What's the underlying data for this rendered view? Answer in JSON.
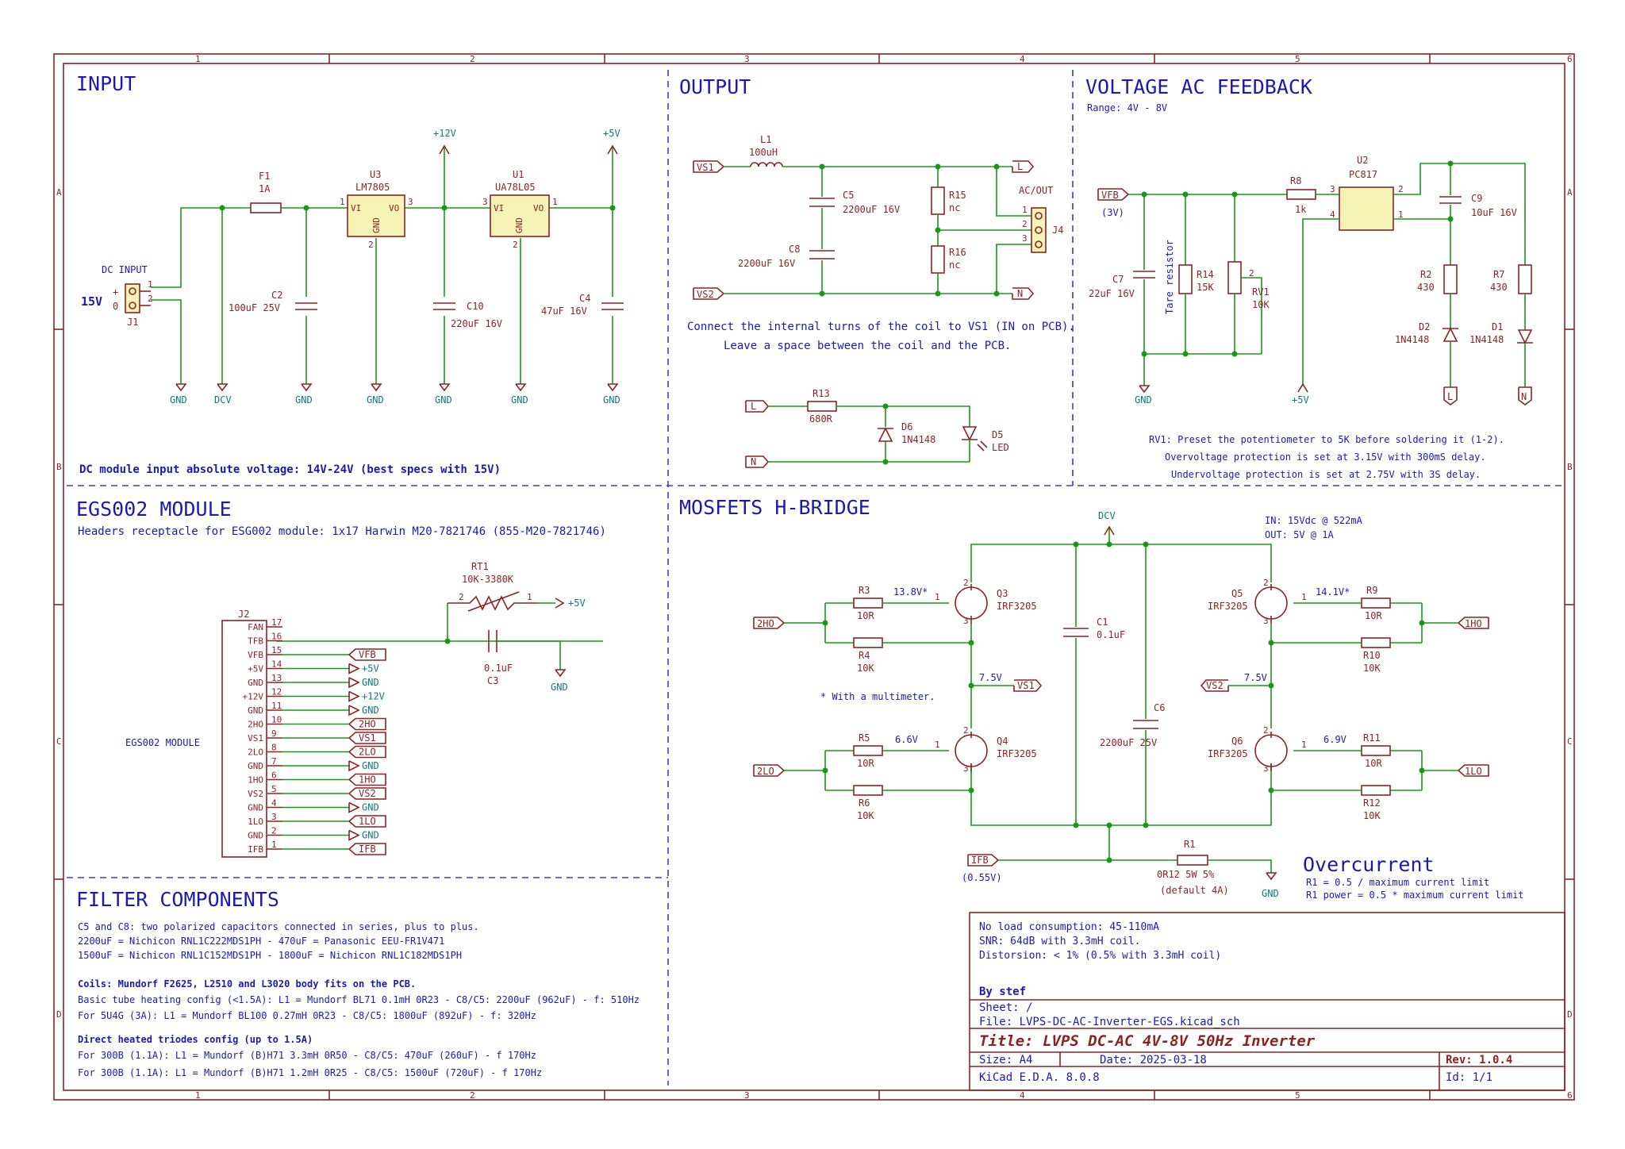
{
  "frame": {
    "cols": [
      "1",
      "2",
      "3",
      "4",
      "5",
      "6"
    ],
    "rows": [
      "A",
      "B",
      "C",
      "D"
    ]
  },
  "sections": {
    "input": "INPUT",
    "output": "OUTPUT",
    "feedback": "VOLTAGE AC FEEDBACK",
    "feedback_sub": "Range: 4V - 8V",
    "egs": "EGS002 MODULE",
    "egs_sub": "Headers receptacle for ESG002 module: 1x17 Harwin M20-7821746 (855-M20-7821746)",
    "hbridge": "MOSFETS H-BRIDGE",
    "filter": "FILTER COMPONENTS",
    "overcurrent": "Overcurrent"
  },
  "input": {
    "dc_input": "DC INPUT",
    "v15": "15V",
    "plus": "+",
    "zero": "0",
    "j1": "J1",
    "p1": "1",
    "p2": "2",
    "f1": "F1",
    "f1v": "1A",
    "u3": "U3",
    "u3v": "LM7805",
    "u1": "U1",
    "u1v": "UA78L05",
    "vi": "VI",
    "vo": "VO",
    "gnd_pin": "GND",
    "n1": "1",
    "n2": "2",
    "n3": "3",
    "c2": "C2",
    "c2v": "100uF 25V",
    "c10": "C10",
    "c10v": "220uF 16V",
    "c4": "C4",
    "c4v": "47uF 16V",
    "p12": "+12V",
    "p5": "+5V",
    "gnd": "GND",
    "dcv": "DCV",
    "note": "DC module input absolute voltage: 14V-24V (best specs with 15V)"
  },
  "output": {
    "vs1": "VS1",
    "vs2": "VS2",
    "l1": "L1",
    "l1v": "100uH",
    "c5": "C5",
    "c5v": "2200uF 16V",
    "c8": "C8",
    "c8v": "2200uF 16V",
    "r15": "R15",
    "r15v": "nc",
    "r16": "R16",
    "r16v": "nc",
    "acout": "AC/OUT",
    "j4": "J4",
    "L": "L",
    "N": "N",
    "j1p": "1",
    "j2p": "2",
    "j3p": "3",
    "note1": "Connect the internal turns of the coil to VS1 (IN on PCB).",
    "note2": "Leave a space between the coil and the PCB.",
    "r13": "R13",
    "r13v": "680R",
    "d6": "D6",
    "d6v": "1N4148",
    "d5": "D5",
    "d5v": "LED"
  },
  "feedback": {
    "vfb": "VFB",
    "v3": "(3V)",
    "c7": "C7",
    "c7v": "22uF 16V",
    "tare": "Tare resistor",
    "r14": "R14",
    "r14v": "15K",
    "rv1": "RV1",
    "rv1v": "10K",
    "r8": "R8",
    "r8v": "1k",
    "u2": "U2",
    "u2v": "PC817",
    "c9": "C9",
    "c9v": "10uF 16V",
    "r2": "R2",
    "r2v": "430",
    "d2": "D2",
    "d2v": "1N4148",
    "r7": "R7",
    "r7v": "430",
    "d1": "D1",
    "d1v": "1N4148",
    "p5": "+5V",
    "gnd": "GND",
    "L": "L",
    "N": "N",
    "pins": [
      "1",
      "2",
      "3",
      "4",
      "1",
      "2",
      "3"
    ],
    "note1": "RV1: Preset the potentiometer to 5K before soldering it (1-2).",
    "note2": "Overvoltage protection is set at 3.15V with 300mS delay.",
    "note3": "Undervoltage protection is set at 2.75V with 3S delay."
  },
  "egs": {
    "j2": "J2",
    "module": "EGS002 MODULE",
    "pins": [
      {
        "n": "17",
        "name": "FAN",
        "net": ""
      },
      {
        "n": "16",
        "name": "TFB",
        "net": ""
      },
      {
        "n": "15",
        "name": "VFB",
        "net": "VFB"
      },
      {
        "n": "14",
        "name": "+5V",
        "net": "+5V"
      },
      {
        "n": "13",
        "name": "GND",
        "net": "GND"
      },
      {
        "n": "12",
        "name": "+12V",
        "net": "+12V"
      },
      {
        "n": "11",
        "name": "GND",
        "net": "GND"
      },
      {
        "n": "10",
        "name": "2HO",
        "net": "2HO"
      },
      {
        "n": "9",
        "name": "VS1",
        "net": "VS1"
      },
      {
        "n": "8",
        "name": "2LO",
        "net": "2LO"
      },
      {
        "n": "7",
        "name": "GND",
        "net": "GND"
      },
      {
        "n": "6",
        "name": "1HO",
        "net": "1HO"
      },
      {
        "n": "5",
        "name": "VS2",
        "net": "VS2"
      },
      {
        "n": "4",
        "name": "GND",
        "net": "GND"
      },
      {
        "n": "3",
        "name": "1LO",
        "net": "1LO"
      },
      {
        "n": "2",
        "name": "GND",
        "net": "GND"
      },
      {
        "n": "1",
        "name": "IFB",
        "net": "IFB"
      }
    ],
    "rt1": "RT1",
    "rt1v": "10K-3380K",
    "p2": "2",
    "p1": "1",
    "p5": "+5V",
    "c3": "C3",
    "c3v": "0.1uF",
    "gnd": "GND"
  },
  "hbridge": {
    "dcv": "DCV",
    "in": "IN: 15Vdc @ 522mA",
    "out": "OUT: 5V @ 1A",
    "ho2": "2HO",
    "lo2": "2LO",
    "ho1": "1HO",
    "lo1": "1LO",
    "vs1": "VS1",
    "vs2": "VS2",
    "r3": "R3",
    "r3v": "10R",
    "r4": "R4",
    "r4v": "10K",
    "r5": "R5",
    "r5v": "10R",
    "r6": "R6",
    "r6v": "10K",
    "r9": "R9",
    "r9v": "10R",
    "r10": "R10",
    "r10v": "10K",
    "r11": "R11",
    "r11v": "10R",
    "r12": "R12",
    "r12v": "10K",
    "q3": "Q3",
    "q4": "Q4",
    "q5": "Q5",
    "q6": "Q6",
    "qv": "IRF3205",
    "v138": "13.8V*",
    "v66": "6.6V",
    "v141": "14.1V*",
    "v69": "6.9V",
    "v75a": "7.5V",
    "v75b": "7.5V",
    "multi": "* With a multimeter.",
    "c1": "C1",
    "c1v": "0.1uF",
    "c6": "C6",
    "c6v": "2200uF 25V",
    "ifb": "IFB",
    "v055": "(0.55V)",
    "r1": "R1",
    "r1v": "0R12 5W 5%",
    "r1d": "(default 4A)",
    "gnd": "GND",
    "oc1": "R1 = 0.5 / maximum current limit",
    "oc2": "R1 power = 0.5 * maximum current limit",
    "pins": [
      "1",
      "2",
      "3"
    ]
  },
  "filter": {
    "l1": "C5 and C8: two polarized capacitors connected in series, plus to plus.",
    "l2": "2200uF = Nichicon RNL1C222MDS1PH - 470uF = Panasonic EEU-FR1V471",
    "l3": "1500uF = Nichicon RNL1C152MDS1PH - 1800uF = Nichicon RNL1C182MDS1PH",
    "h1": "Coils: Mundorf F2625, L2510 and L3020 body fits on the PCB.",
    "l4": "Basic tube heating config (<1.5A): L1 = Mundorf BL71 0.1mH 0R23 - C8/C5: 2200uF (962uF) - f: 510Hz",
    "l5": "For 5U4G (3A): L1 = Mundorf BL100 0.27mH 0R23 - C8/C5: 1800uF (892uF) - f: 320Hz",
    "h2": "Direct heated triodes config (up to 1.5A)",
    "l6": "For 300B (1.1A): L1 = Mundorf (B)H71 3.3mH 0R50 - C8/C5: 470uF (260uF) - f 170Hz",
    "l7": "For 300B (1.1A): L1 = Mundorf (B)H71 1.2mH 0R25 - C8/C5: 1500uF (720uF) - f 170Hz"
  },
  "titleblock": {
    "n1": "No load consumption: 45-110mA",
    "n2": "SNR: 64dB with 3.3mH coil.",
    "n3": "Distorsion: < 1% (0.5% with 3.3mH coil)",
    "by": "By stef",
    "sheet": "Sheet: /",
    "file": "File: LVPS-DC-AC-Inverter-EGS.kicad_sch",
    "title": "Title: LVPS DC-AC 4V-8V 50Hz Inverter",
    "size": "Size: A4",
    "date": "Date: 2025-03-18",
    "rev": "Rev: 1.0.4",
    "kicad": "KiCad E.D.A. 8.0.8",
    "id": "Id: 1/1"
  }
}
